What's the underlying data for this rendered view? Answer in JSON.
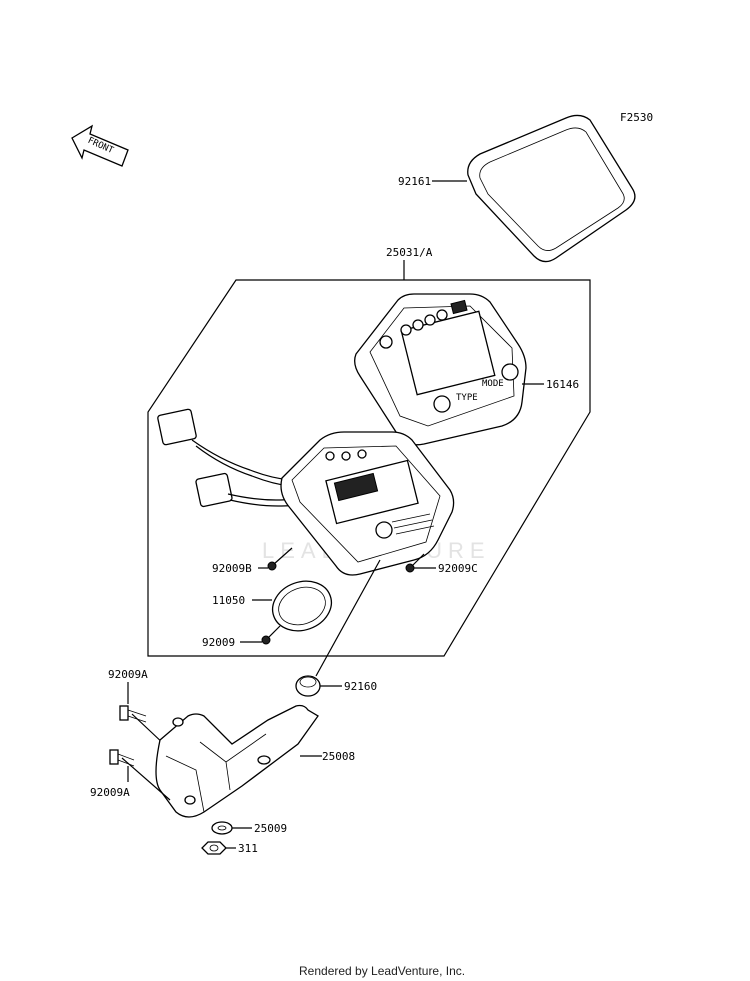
{
  "diagram": {
    "figure_code": "F2530",
    "direction_label": "FRONT",
    "watermark": "LEADVENTURE",
    "footer": "Rendered by LeadVenture, Inc.",
    "callouts": [
      {
        "id": "c-92161",
        "text": "92161"
      },
      {
        "id": "c-25031a",
        "text": "25031/A"
      },
      {
        "id": "c-16146",
        "text": "16146"
      },
      {
        "id": "c-92009b",
        "text": "92009B"
      },
      {
        "id": "c-92009c",
        "text": "92009C"
      },
      {
        "id": "c-11050",
        "text": "11050"
      },
      {
        "id": "c-92009",
        "text": "92009"
      },
      {
        "id": "c-92160",
        "text": "92160"
      },
      {
        "id": "c-92009a-top",
        "text": "92009A"
      },
      {
        "id": "c-25008",
        "text": "25008"
      },
      {
        "id": "c-92009a-bot",
        "text": "92009A"
      },
      {
        "id": "c-25009",
        "text": "25009"
      },
      {
        "id": "c-311",
        "text": "311"
      }
    ],
    "panel_labels": {
      "type_button": "TYPE",
      "mode_button": "MODE"
    }
  }
}
